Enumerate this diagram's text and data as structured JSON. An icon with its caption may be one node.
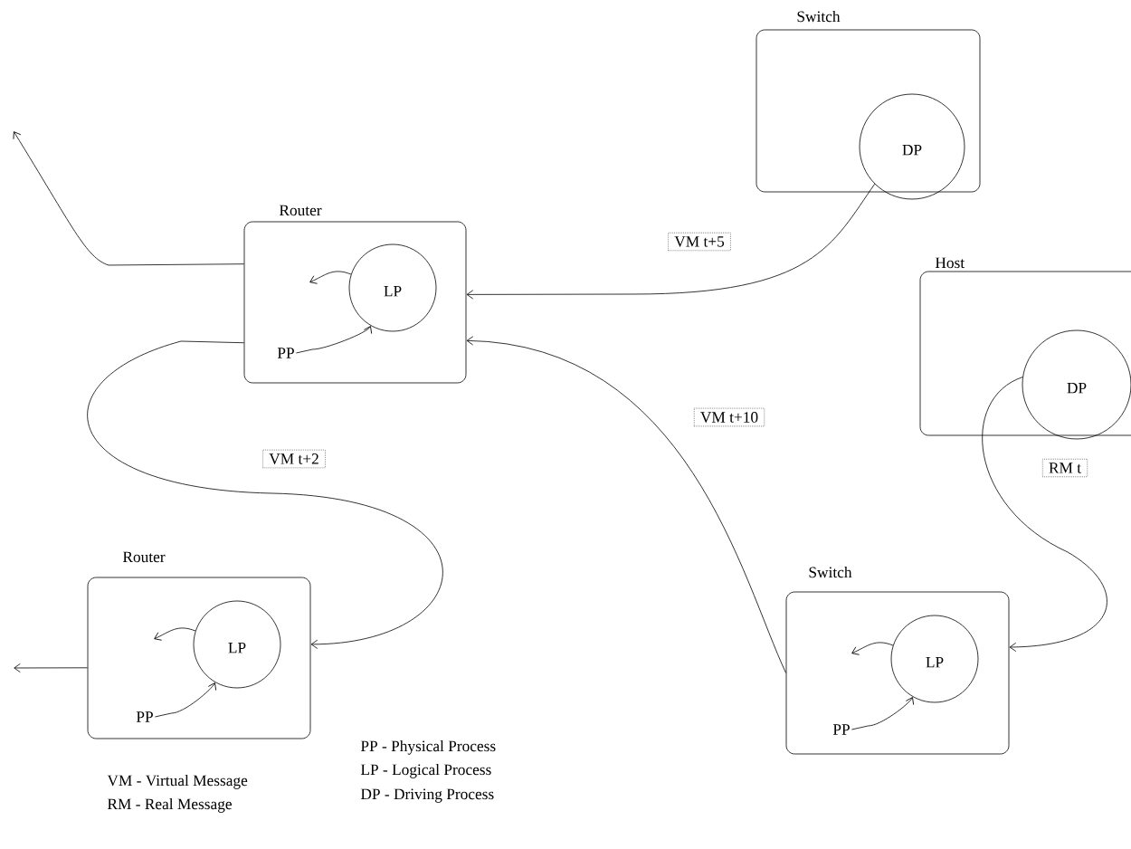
{
  "diagram": {
    "nodes": [
      {
        "text": [
          "Switch"
        ]
      },
      {
        "text": [
          "DP"
        ],
        "in": 0
      },
      {
        "text": [
          "Router"
        ]
      },
      {
        "text": [
          "LP"
        ],
        "in": 2
      },
      {
        "text": [
          "PP"
        ],
        "in": 2
      },
      {
        "text": [
          "Host"
        ]
      },
      {
        "text": [
          "DP"
        ],
        "in": 5
      },
      {
        "text": [
          "Router"
        ]
      },
      {
        "text": [
          "LP"
        ],
        "in": 7
      },
      {
        "text": [
          "PP"
        ],
        "in": 7
      },
      {
        "text": [
          "Switch"
        ]
      },
      {
        "text": [
          "LP"
        ],
        "in": 10
      },
      {
        "text": [
          "PP"
        ],
        "in": 10
      }
    ],
    "edges": [
      {
        "from": 1,
        "to": 2,
        "arrow": "to",
        "label": "VM t+5"
      },
      {
        "from": 2,
        "to": null,
        "arrow": "to"
      },
      {
        "from": 2,
        "to": 7,
        "arrow": "to",
        "label": "VM t+2"
      },
      {
        "from": 10,
        "to": 2,
        "arrow": "to",
        "label": "VM t+10"
      },
      {
        "from": 6,
        "to": 10,
        "arrow": "to",
        "label": "RM t"
      },
      {
        "from": 7,
        "to": null,
        "arrow": "to"
      },
      {
        "from": 4,
        "to": 3,
        "arrow": "to"
      },
      {
        "from": 3,
        "to": null,
        "arrow": "to"
      },
      {
        "from": 9,
        "to": 8,
        "arrow": "to"
      },
      {
        "from": 8,
        "to": null,
        "arrow": "to"
      },
      {
        "from": 12,
        "to": 11,
        "arrow": "to"
      },
      {
        "from": 11,
        "to": null,
        "arrow": "to"
      }
    ],
    "labels": [
      "PP - Physical Process",
      "LP - Logical Process",
      "DP - Driving Process",
      "VM - Virtual Message",
      "RM - Real Message"
    ]
  }
}
